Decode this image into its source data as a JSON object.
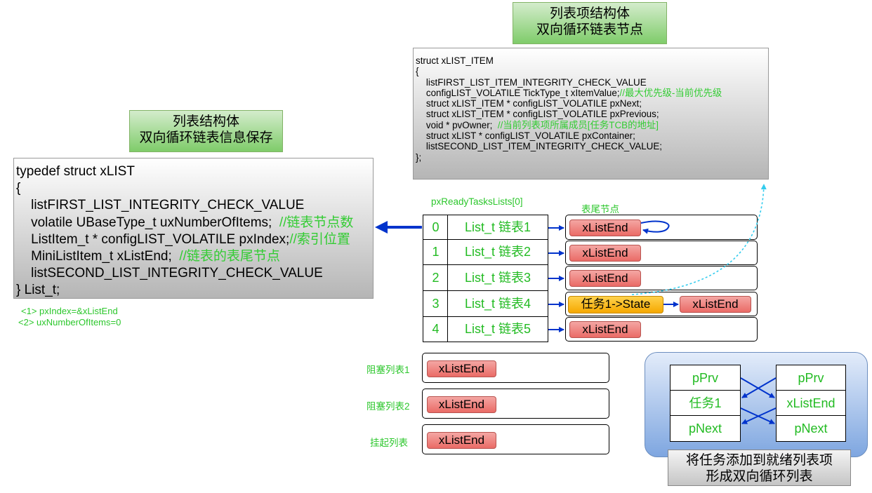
{
  "list_item_title": {
    "line1": "列表项结构体",
    "line2": "双向循环链表节点"
  },
  "list_item_code": {
    "l1": "struct xLIST_ITEM",
    "l2": "{",
    "l3": "    listFIRST_LIST_ITEM_INTEGRITY_CHECK_VALUE",
    "l4": "    configLIST_VOLATILE TickType_t xItemValue;",
    "l4c": "//最大优先级-当前优先级",
    "l5": "    struct xLIST_ITEM * configLIST_VOLATILE pxNext;",
    "l6": "    struct xLIST_ITEM * configLIST_VOLATILE pxPrevious;",
    "l7": "    void * pvOwner;  ",
    "l7c": "//当前列表项所属成员[任务TCB的地址]",
    "l8": "    struct xLIST * configLIST_VOLATILE pxContainer;",
    "l9": "    listSECOND_LIST_ITEM_INTEGRITY_CHECK_VALUE;",
    "l10": "};"
  },
  "list_title": {
    "line1": "列表结构体",
    "line2": "双向循环链表信息保存"
  },
  "list_code": {
    "l1": "typedef struct xLIST",
    "l2": "{",
    "l3": "    listFIRST_LIST_INTEGRITY_CHECK_VALUE",
    "l4": "    volatile UBaseType_t uxNumberOfItems;  ",
    "l4c": "//链表节点数",
    "l5": "    ListItem_t * configLIST_VOLATILE pxIndex;",
    "l5c": "//索引位置",
    "l6": "    MiniListItem_t xListEnd;  ",
    "l6c": "//链表的表尾节点",
    "l7": "    listSECOND_LIST_INTEGRITY_CHECK_VALUE",
    "l8": "} List_t;"
  },
  "init_notes": {
    "n1": "<1> pxIndex=&xListEnd",
    "n2": "<2> uxNumberOfItems=0"
  },
  "ready_label": "pxReadyTasksLists[0]",
  "tail_label": "表尾节点",
  "ready_rows": [
    {
      "index": "0",
      "label": "List_t  链表1"
    },
    {
      "index": "1",
      "label": "List_t  链表2"
    },
    {
      "index": "2",
      "label": "List_t  链表3"
    },
    {
      "index": "3",
      "label": "List_t  链表4"
    },
    {
      "index": "4",
      "label": "List_t  链表5"
    }
  ],
  "list_end": "xListEnd",
  "task_state": "任务1->State",
  "other_lists": [
    {
      "label": "阻塞列表1"
    },
    {
      "label": "阻塞列表2"
    },
    {
      "label": "挂起列表"
    }
  ],
  "node_diagram": {
    "left": [
      "pPrv",
      "任务1",
      "pNext"
    ],
    "right": [
      "pPrv",
      "xListEnd",
      "pNext"
    ],
    "caption1": "将任务添加到就绪列表项",
    "caption2": "形成双向循环列表"
  },
  "colors": {
    "green_text": "#2cc72c",
    "arrow_blue": "#0033cc",
    "dotted_cyan": "#33ccee"
  }
}
